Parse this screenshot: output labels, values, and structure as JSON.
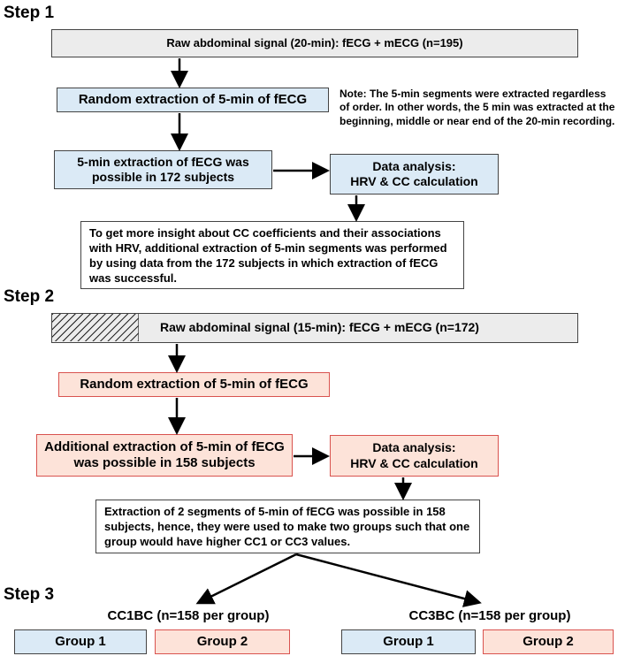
{
  "step1": {
    "label": "Step 1",
    "raw": "Raw abdominal signal (20-min): fECG + mECG (n=195)",
    "random": "Random extraction of 5-min of  fECG",
    "note": "Note: The 5-min segments were extracted regardless of order. In other words, the 5 min was extracted at the beginning, middle or near end of the 20-min recording.",
    "possible": "5-min extraction of fECG was possible in 172 subjects",
    "analysis_title": "Data analysis:",
    "analysis_sub": "HRV & CC calculation",
    "insight": "To get more insight about CC coefficients and their associations with HRV, additional extraction of 5-min segments was performed by using data from the 172 subjects in which extraction of fECG was successful."
  },
  "step2": {
    "label": "Step 2",
    "raw": "Raw abdominal signal (15-min): fECG + mECG (n=172)",
    "random": "Random extraction of 5-min of  fECG",
    "possible": "Additional extraction of 5-min of fECG was possible in 158 subjects",
    "analysis_title": "Data analysis:",
    "analysis_sub": "HRV & CC calculation",
    "groups_text": "Extraction of 2 segments of 5-min of fECG was possible in 158 subjects, hence, they were used to make two groups such that one group would have higher CC1 or CC3 values."
  },
  "step3": {
    "label": "Step 3",
    "left_title": "CC1BC (n=158 per group)",
    "right_title": "CC3BC (n=158 per group)",
    "group1": "Group 1",
    "group2": "Group 2"
  },
  "colors": {
    "gray_fill": "#ececec",
    "blue_fill": "#dbeaf6",
    "pink_fill": "#fde3d9",
    "pink_border": "#d9534f"
  }
}
